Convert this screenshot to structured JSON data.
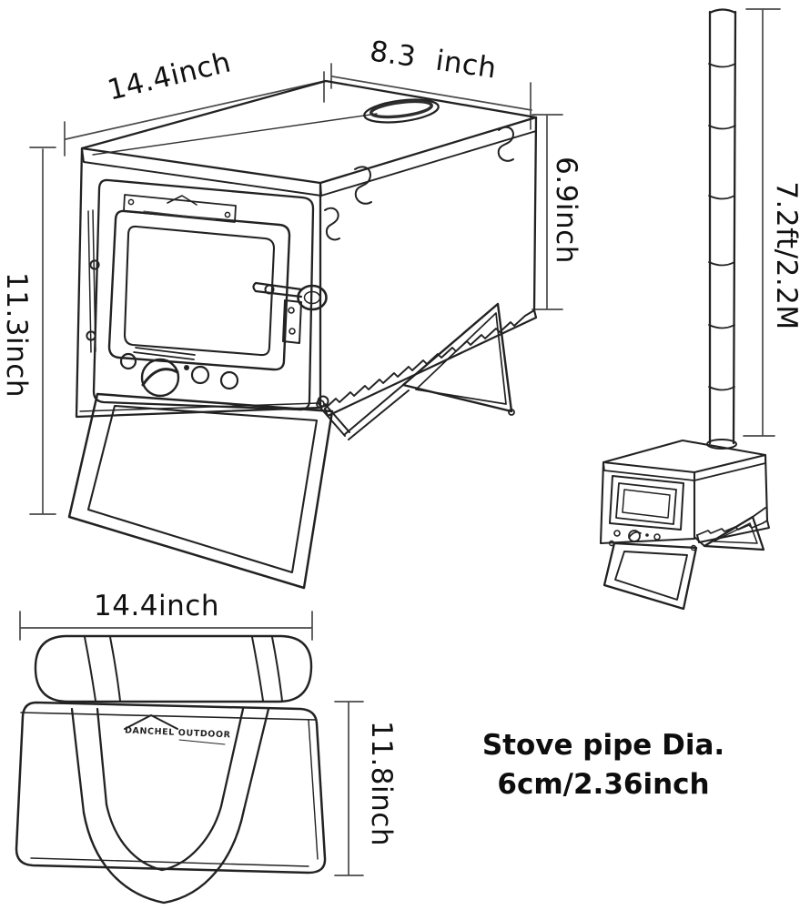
{
  "colors": {
    "ink": "#222222",
    "dimension_line": "#4a4a4a",
    "label_text": "#111111",
    "background": "#ffffff"
  },
  "stove_view": {
    "top_width_label": "14.4inch",
    "top_depth_label": "8.3 inch",
    "side_height_label": "6.9inch",
    "total_height_label": "11.3inch"
  },
  "pipe_view": {
    "height_label": "7.2ft/2.2M"
  },
  "bag_view": {
    "width_label": "14.4inch",
    "height_label": "11.8inch",
    "brand_logo": "DANCHEL OUTDOOR"
  },
  "note": {
    "line1": "Stove pipe Dia.",
    "line2": "6cm/2.36inch"
  }
}
